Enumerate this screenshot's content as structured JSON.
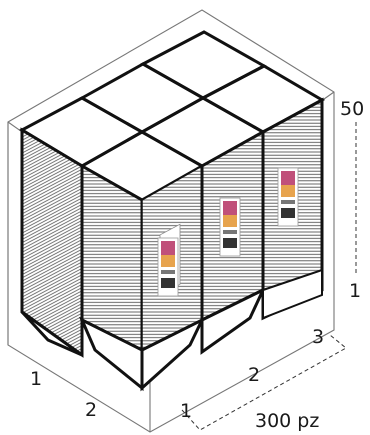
{
  "diagram": {
    "height_count": "50",
    "height_layers": "1",
    "stacks_front_left": "1",
    "stacks_front_right": "2",
    "depth_1": "1",
    "depth_2": "2",
    "depth_3": "3",
    "total": "300 pz",
    "package_count": 6,
    "colors": {
      "outline": "#111111",
      "box_edge": "#777777",
      "cup_lines": "#555555",
      "background": "#ffffff"
    }
  }
}
